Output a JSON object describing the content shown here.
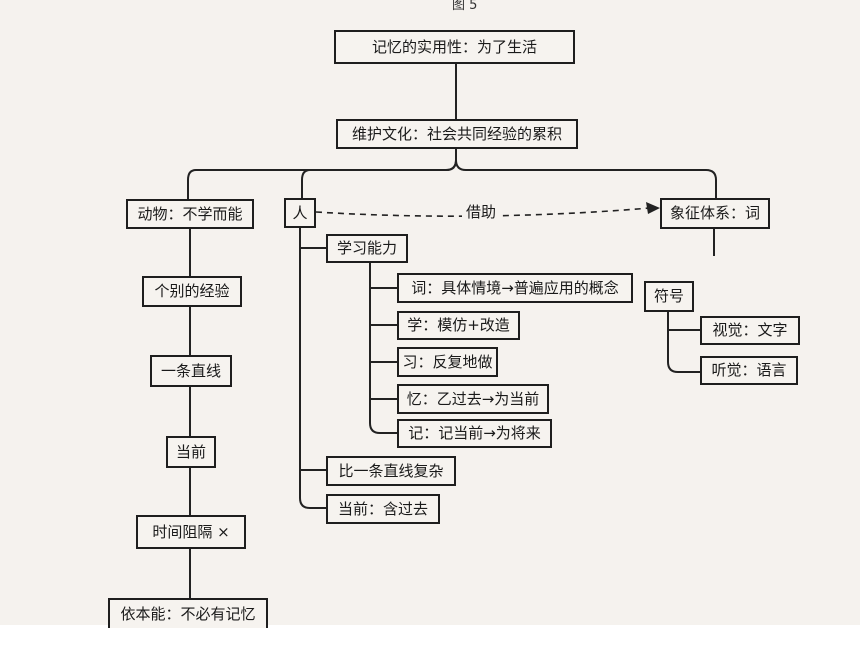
{
  "figure_label": "图 5",
  "nodes": {
    "root": "记忆的实用性：为了生活",
    "culture": "维护文化：社会共同经验的累积",
    "animal": "动物：不学而能",
    "animal_1": "个别的经验",
    "animal_2": "一条直线",
    "animal_3": "当前",
    "animal_4": "时间阻隔 ×",
    "animal_5": "依本能：不必有记忆",
    "human": "人",
    "learning": "学习能力",
    "learn_ci": "词：具体情境→普遍应用的概念",
    "learn_xue": "学：模仿+改造",
    "learn_xi": "习：反复地做",
    "learn_yi": "忆：乙过去→为当前",
    "learn_ji": "记：记当前→为将来",
    "human_complex": "比一条直线复杂",
    "human_present": "当前：含过去",
    "symbol_system": "象征体系：词",
    "symbol": "符号",
    "visual": "视觉：文字",
    "auditory": "听觉：语言"
  },
  "edge_labels": {
    "borrow": "借助"
  }
}
